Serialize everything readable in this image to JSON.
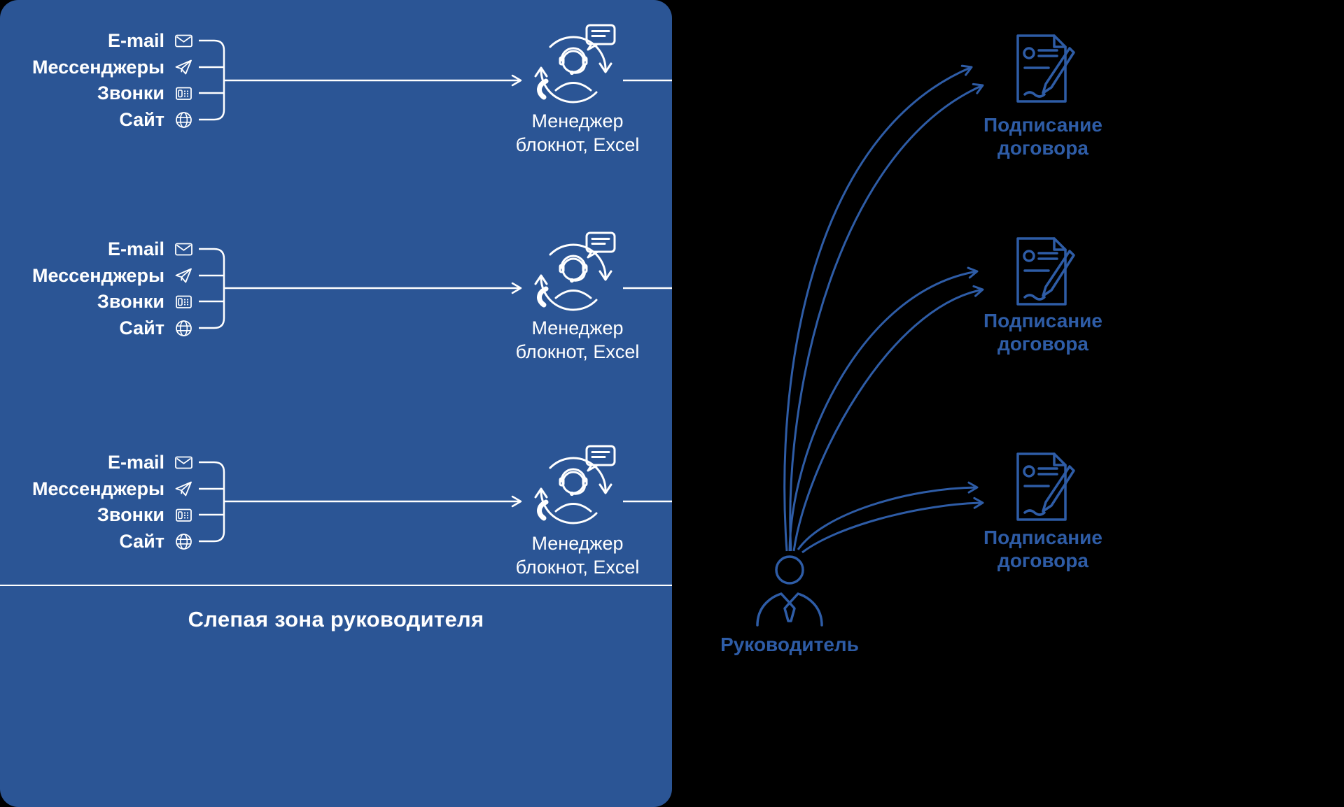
{
  "colors": {
    "panel_blue": "#2b5595",
    "diagram_blue": "#2e5ca6",
    "white": "#ffffff",
    "background": "#000000"
  },
  "panel": {
    "caption": "Слепая зона руководителя"
  },
  "channels": [
    {
      "label": "E-mail",
      "icon": "email-envelope-icon"
    },
    {
      "label": "Мессенджеры",
      "icon": "messenger-paper-plane-icon"
    },
    {
      "label": "Звонки",
      "icon": "phone-icon"
    },
    {
      "label": "Сайт",
      "icon": "globe-icon"
    }
  ],
  "manager": {
    "line1": "Менеджер",
    "line2": "блокнот, Excel"
  },
  "contract": {
    "line1": "Подписание",
    "line2": "договора"
  },
  "director": {
    "label": "Руководитель"
  }
}
